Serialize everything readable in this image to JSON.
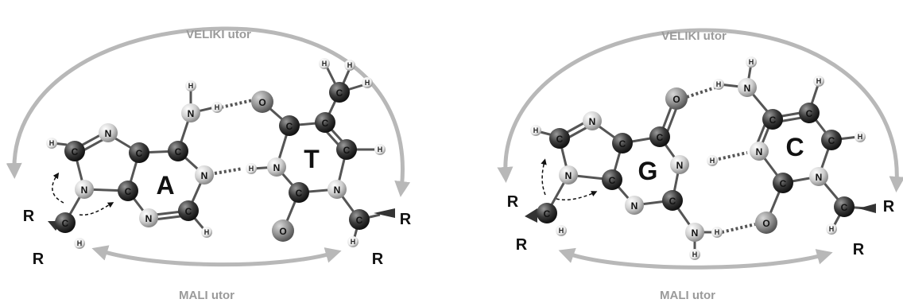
{
  "labels": {
    "major_groove": "VELIKI utor",
    "minor_groove": "MALI utor"
  },
  "pairs": [
    {
      "base_left": "A",
      "base_right": "T"
    },
    {
      "base_left": "G",
      "base_right": "C"
    }
  ],
  "atoms": {
    "carbon": "C",
    "nitrogen": "N",
    "oxygen": "O",
    "hydrogen": "H",
    "residue": "R"
  },
  "colors": {
    "arrow_gray": "#b8b8b8",
    "groove_text": "#9a9a9a",
    "carbon": "#3a3a3a",
    "nitrogen": "#c8c8c8",
    "oxygen": "#8f8f8f",
    "hydrogen": "#f2f2f2",
    "bond": "#555555"
  }
}
